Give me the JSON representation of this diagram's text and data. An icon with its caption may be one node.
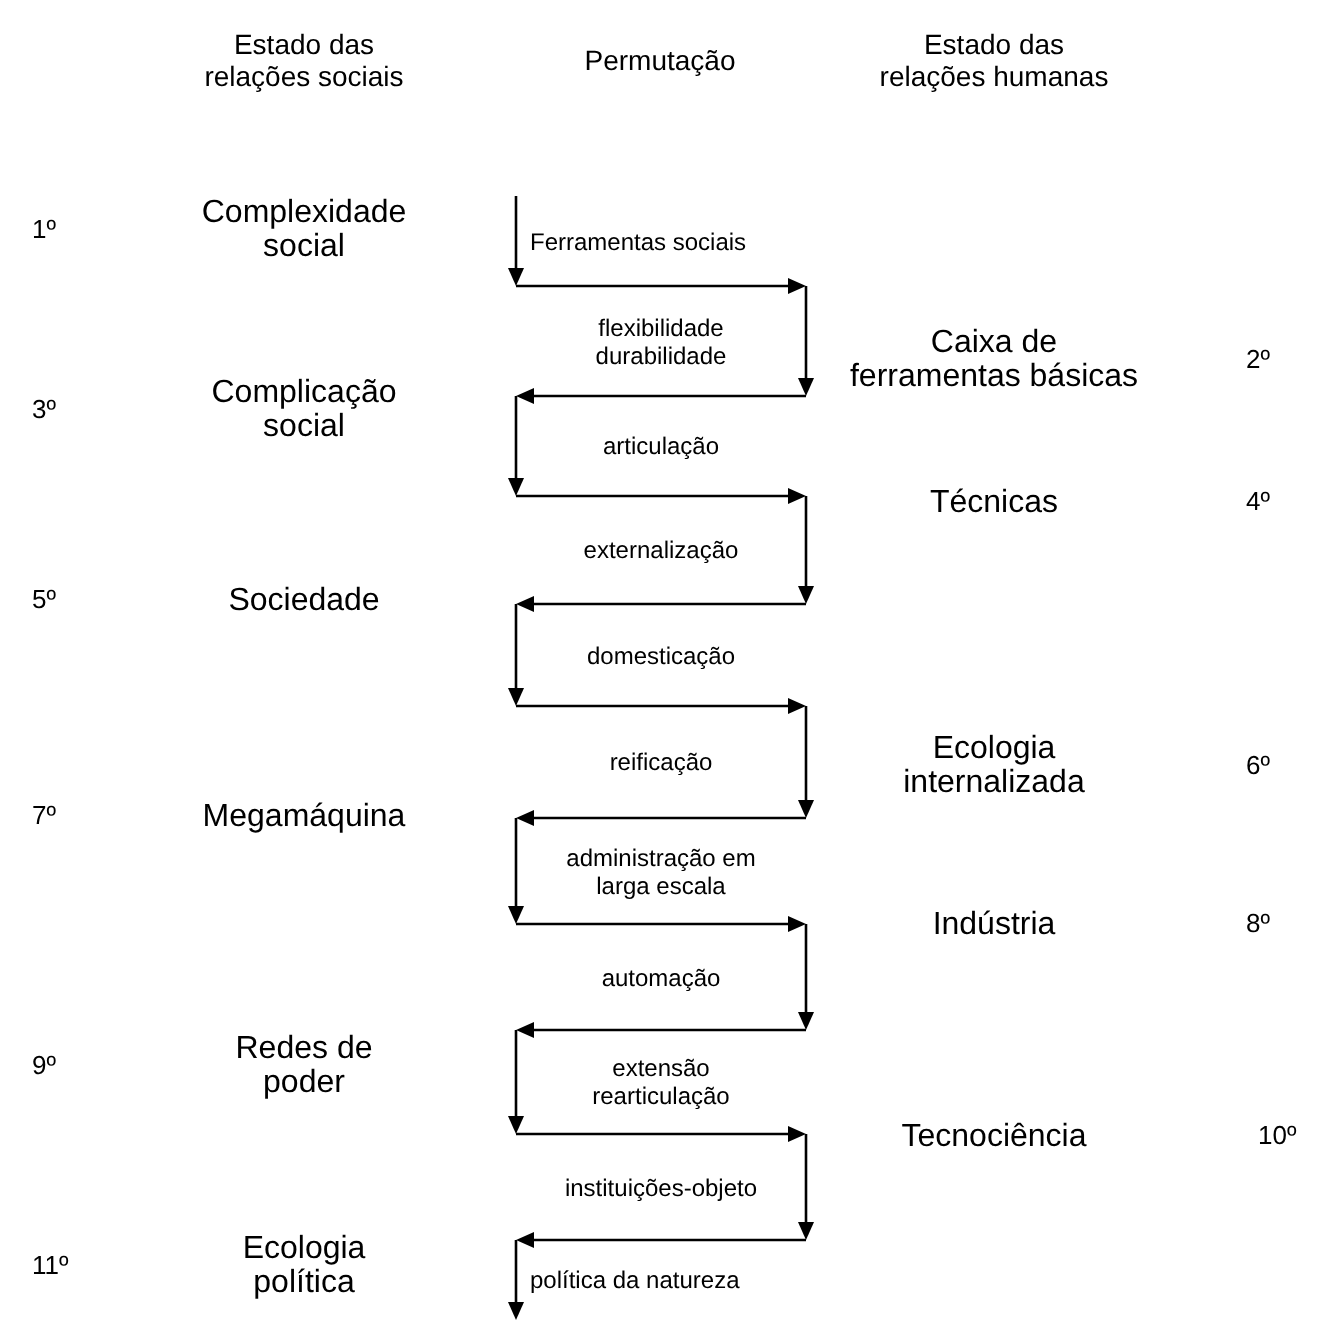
{
  "diagram": {
    "labels": [
      "Estado das relações sociais",
      "Permutação",
      "Estado das relações humanas",
      "1º",
      "Complexidade social",
      "Ferramentas sociais",
      "flexibilidade durabilidade",
      "Caixa de ferramentas básicas",
      "2º",
      "3º",
      "Complicação social",
      "articulação",
      "Técnicas",
      "4º",
      "externalização",
      "5º",
      "Sociedade",
      "domesticação",
      "reificação",
      "Ecologia internalizada",
      "6º",
      "7º",
      "Megamáquina",
      "administração em larga escala",
      "automação",
      "Indústria",
      "8º",
      "extensão rearticulação",
      "9º",
      "Redes de poder",
      "instituições-objeto",
      "Tecnociência",
      "10º",
      "11º",
      "Ecologia política",
      "política da natureza"
    ]
  }
}
